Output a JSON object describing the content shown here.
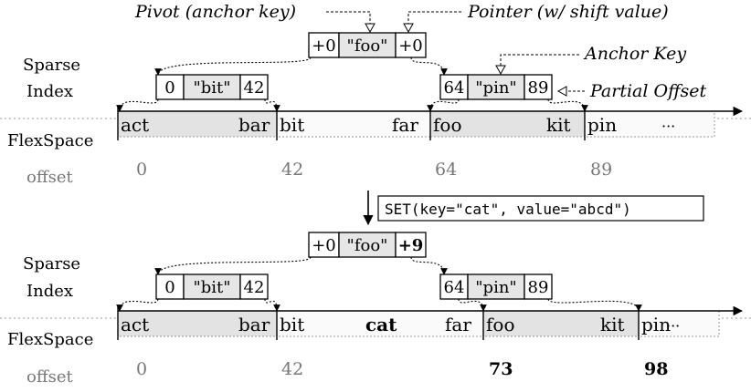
{
  "annotations": {
    "pivot": "Pivot (anchor key)",
    "pointer": "Pointer (w/ shift value)",
    "anchor_key": "Anchor Key",
    "partial_offset": "Partial Offset"
  },
  "labels": {
    "sparse": "Sparse",
    "index": "Index",
    "flexspace": "FlexSpace",
    "offset": "offset"
  },
  "operation": "SET(key=\"cat\", value=\"abcd\")",
  "before": {
    "root": {
      "left": "+0",
      "key": "\"foo\"",
      "right": "+0"
    },
    "leaves": [
      {
        "left": "0",
        "key": "\"bit\"",
        "right": "42"
      },
      {
        "left": "64",
        "key": "\"pin\"",
        "right": "89"
      }
    ],
    "segments": [
      {
        "items": [
          "act",
          "bar"
        ],
        "shaded": true
      },
      {
        "items": [
          "bit",
          "far"
        ],
        "shaded": false
      },
      {
        "items": [
          "foo",
          "kit"
        ],
        "shaded": true
      },
      {
        "items": [
          "pin",
          "···"
        ],
        "shaded": false
      }
    ],
    "offsets": [
      "0",
      "42",
      "64",
      "89"
    ]
  },
  "after": {
    "root": {
      "left": "+0",
      "key": "\"foo\"",
      "right": "+9"
    },
    "leaves": [
      {
        "left": "0",
        "key": "\"bit\"",
        "right": "42"
      },
      {
        "left": "64",
        "key": "\"pin\"",
        "right": "89"
      }
    ],
    "segments": [
      {
        "items": [
          "act",
          "bar"
        ],
        "shaded": true
      },
      {
        "items": [
          "bit",
          "cat",
          "far"
        ],
        "shaded": false,
        "bold_item": 1
      },
      {
        "items": [
          "foo",
          "kit"
        ],
        "shaded": true
      },
      {
        "items": [
          "pin",
          "···"
        ],
        "shaded": false
      }
    ],
    "offsets": [
      "0",
      "42",
      "73",
      "98"
    ],
    "changed_offsets": [
      2,
      3
    ]
  }
}
